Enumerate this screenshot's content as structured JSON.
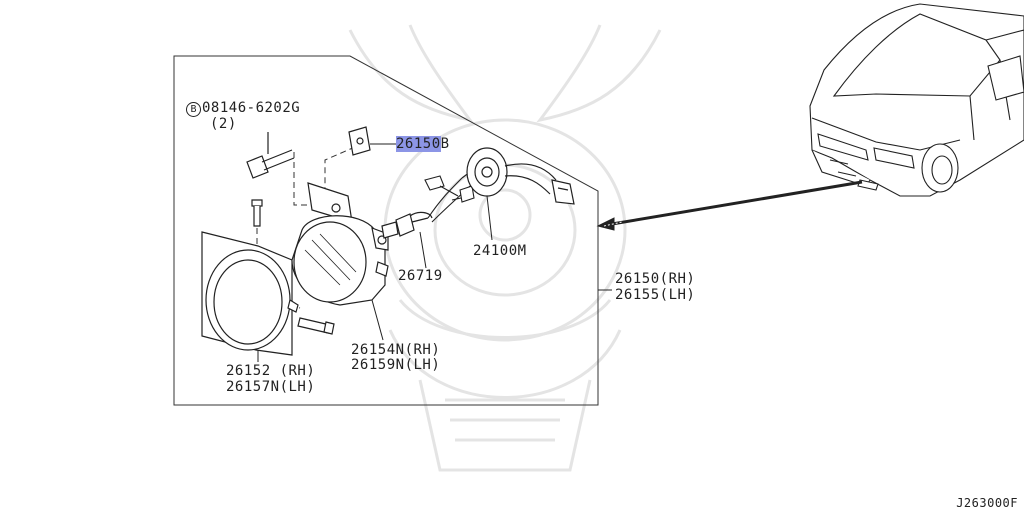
{
  "parts": {
    "bolt_code": "08146-6202G",
    "bolt_mark": "B",
    "bolt_qty": "(2)",
    "bracket_part": "26150",
    "bracket_suffix": "B",
    "socket_part": "24100M",
    "bulb_part": "26719",
    "assembly_rh": "26150(RH)",
    "assembly_lh": "26155(LH)",
    "lens_rh": "26154N(RH)",
    "lens_lh": "26159N(LH)",
    "bezel_rh": "26152 (RH)",
    "bezel_lh": "26157N(LH)"
  },
  "diagram_code": "J263000F",
  "colors": {
    "highlight": "#8c95e6",
    "ink": "#222222",
    "watermark": "#e2e2e2"
  }
}
